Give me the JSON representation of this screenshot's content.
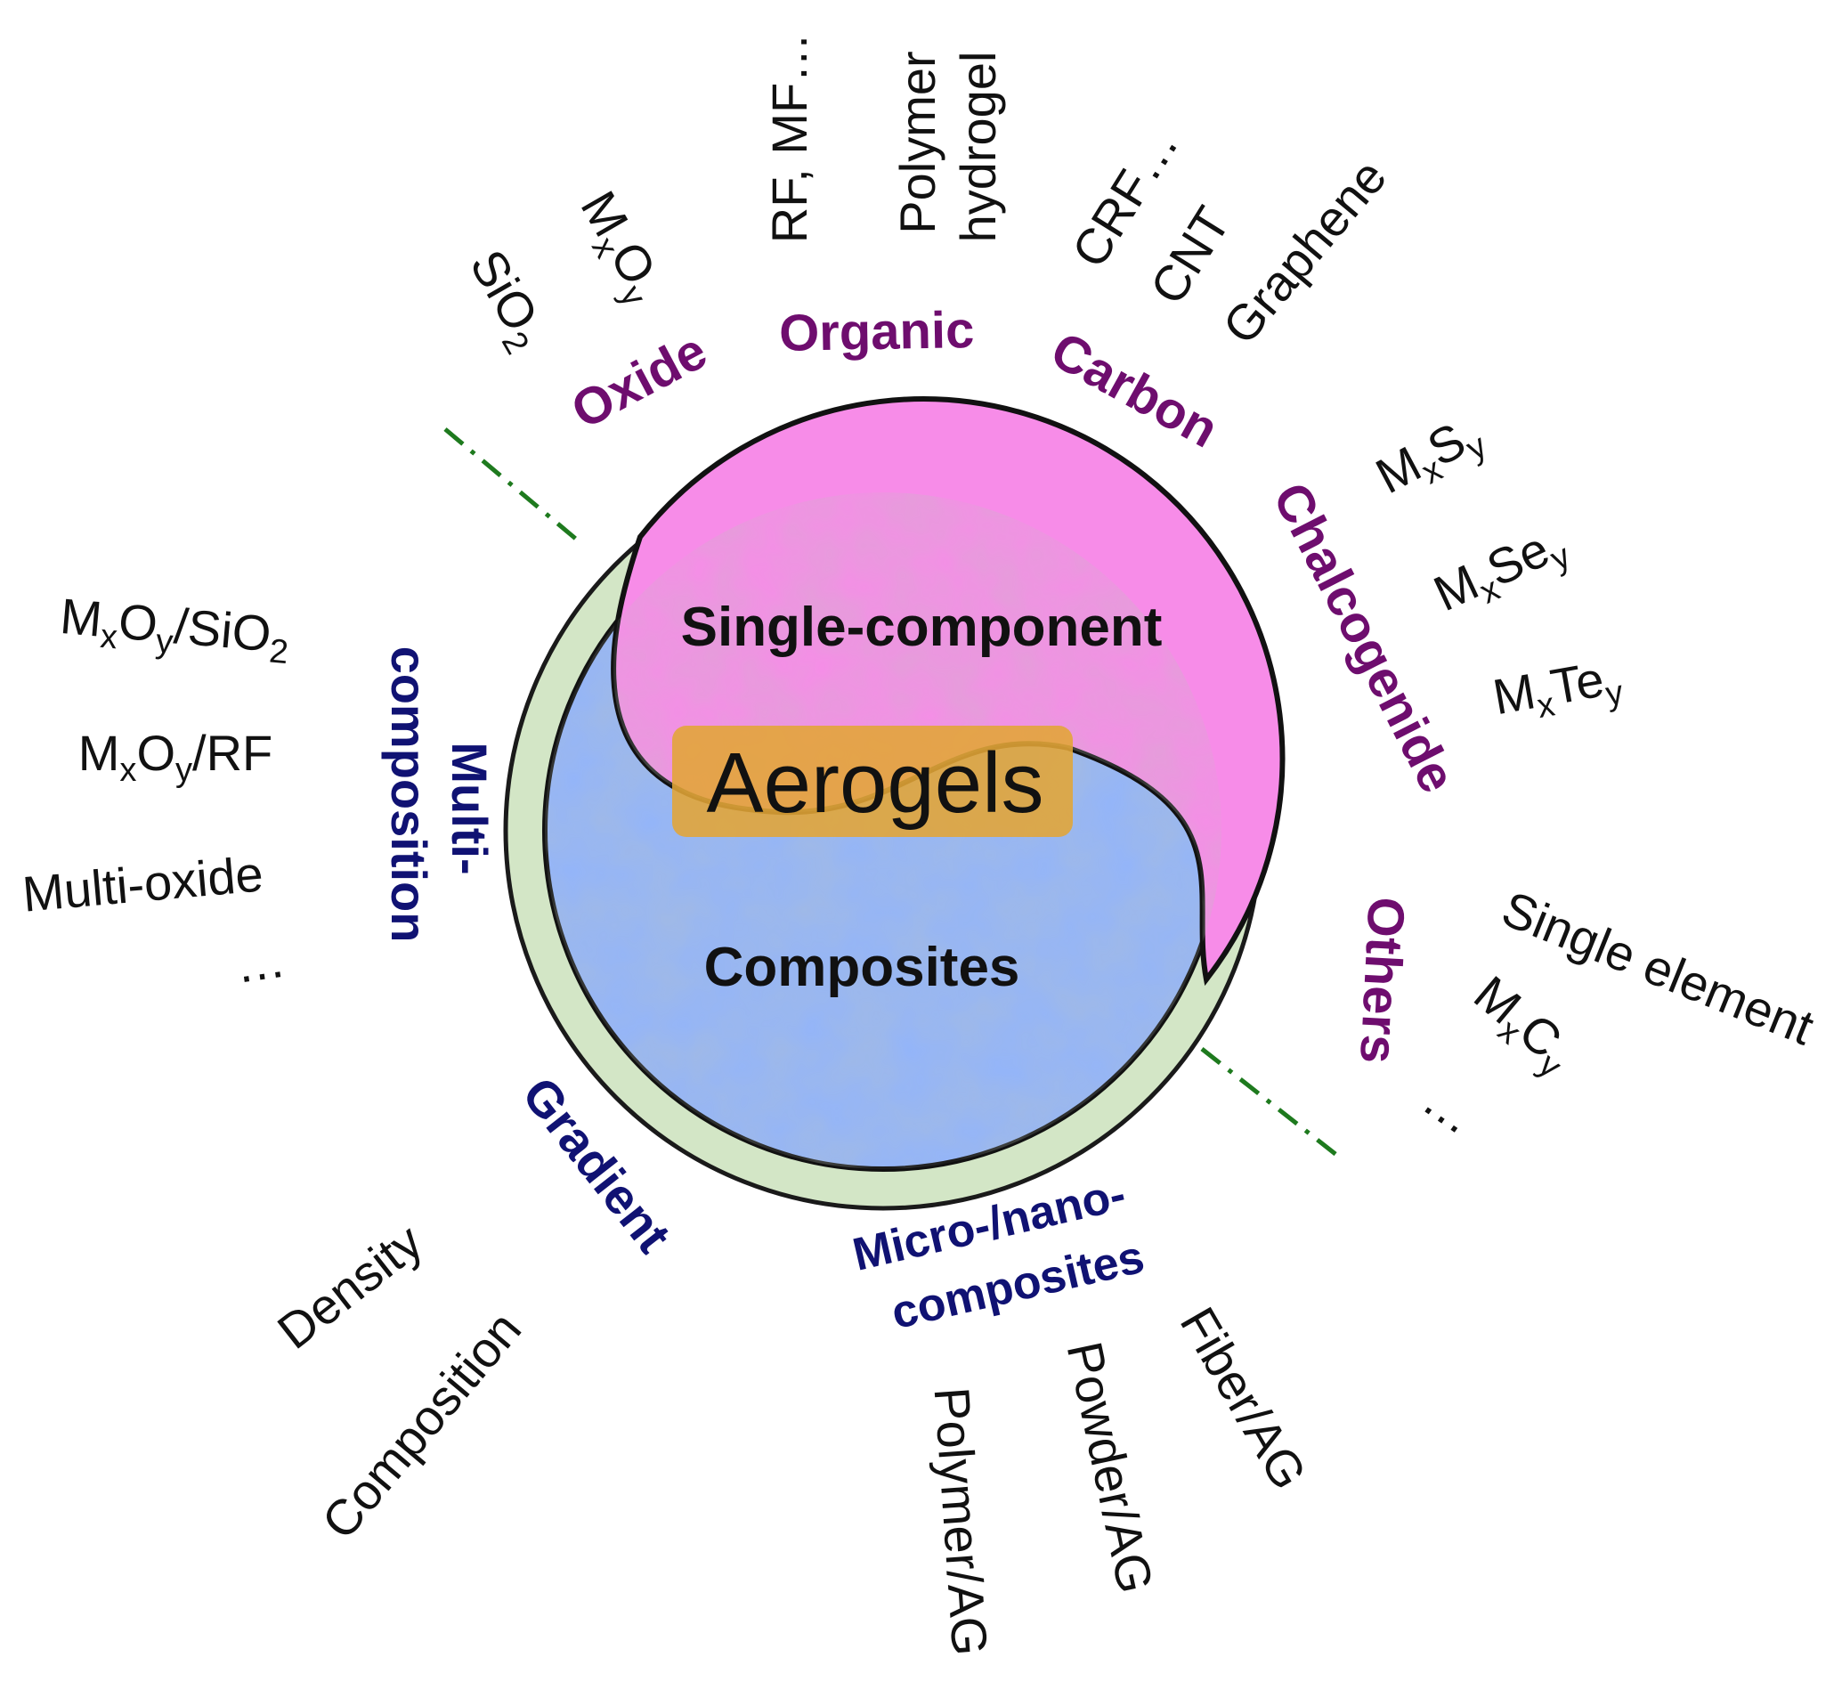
{
  "center": {
    "title": "Aerogels",
    "top_half": "Single-component",
    "bottom_half": "Composites"
  },
  "single_component": {
    "oxide": {
      "label": "Oxide",
      "items": [
        {
          "base": "SiO",
          "sub": "2"
        },
        {
          "parts": [
            [
              "M",
              ""
            ],
            [
              "x",
              "sub"
            ],
            [
              "O",
              ""
            ],
            [
              "y",
              "sub"
            ]
          ]
        }
      ]
    },
    "organic": {
      "label": "Organic",
      "items": [
        "RF, MF…",
        "Polymer",
        "hydrogel"
      ]
    },
    "carbon": {
      "label": "Carbon",
      "items": [
        "CRF…",
        "CNT",
        "Graphene"
      ]
    },
    "chalcogenide": {
      "label": "Chalcogenide",
      "items": [
        {
          "parts": [
            [
              "M",
              ""
            ],
            [
              "x",
              "sub"
            ],
            [
              "S",
              ""
            ],
            [
              "y",
              "sub"
            ]
          ]
        },
        {
          "parts": [
            [
              "M",
              ""
            ],
            [
              "x",
              "sub"
            ],
            [
              "Se",
              ""
            ],
            [
              "y",
              "sub"
            ]
          ]
        },
        {
          "parts": [
            [
              "M",
              ""
            ],
            [
              "x",
              "sub"
            ],
            [
              "Te",
              ""
            ],
            [
              "y",
              "sub"
            ]
          ]
        }
      ]
    },
    "others": {
      "label": "Others",
      "items": [
        "Single element",
        "…"
      ],
      "formula": {
        "parts": [
          [
            "M",
            ""
          ],
          [
            "x",
            "sub"
          ],
          [
            "C",
            ""
          ],
          [
            "y",
            "sub"
          ]
        ]
      }
    }
  },
  "composites": {
    "multi_composition": {
      "label_line1": "Multi-",
      "label_line2": "composition",
      "items": [
        "Multi-oxide",
        "…"
      ],
      "formulas": [
        {
          "parts": [
            [
              "M",
              ""
            ],
            [
              "x",
              "sub"
            ],
            [
              "O",
              ""
            ],
            [
              "y",
              "sub"
            ],
            [
              "/SiO",
              ""
            ],
            [
              "2",
              "sub"
            ]
          ]
        },
        {
          "parts": [
            [
              "M",
              ""
            ],
            [
              "x",
              "sub"
            ],
            [
              "O",
              ""
            ],
            [
              "y",
              "sub"
            ],
            [
              "/RF",
              ""
            ]
          ]
        }
      ]
    },
    "gradient": {
      "label": "Gradient",
      "items": [
        "Density",
        "Composition"
      ]
    },
    "micro_nano": {
      "label_line1": "Micro-/nano-",
      "label_line2": "composites",
      "items": [
        "Polymer/AG",
        "Powder/AG",
        "Fiber/AG"
      ]
    }
  },
  "colors": {
    "single_component_fill": "#f78ce8",
    "composites_fill": "#92b4fb",
    "ring_fill": "#d3e6c6",
    "center_box": "#e3a536",
    "single_labels": "#6e0d6e",
    "composite_labels": "#101273",
    "divider": "#1e7a1e"
  }
}
